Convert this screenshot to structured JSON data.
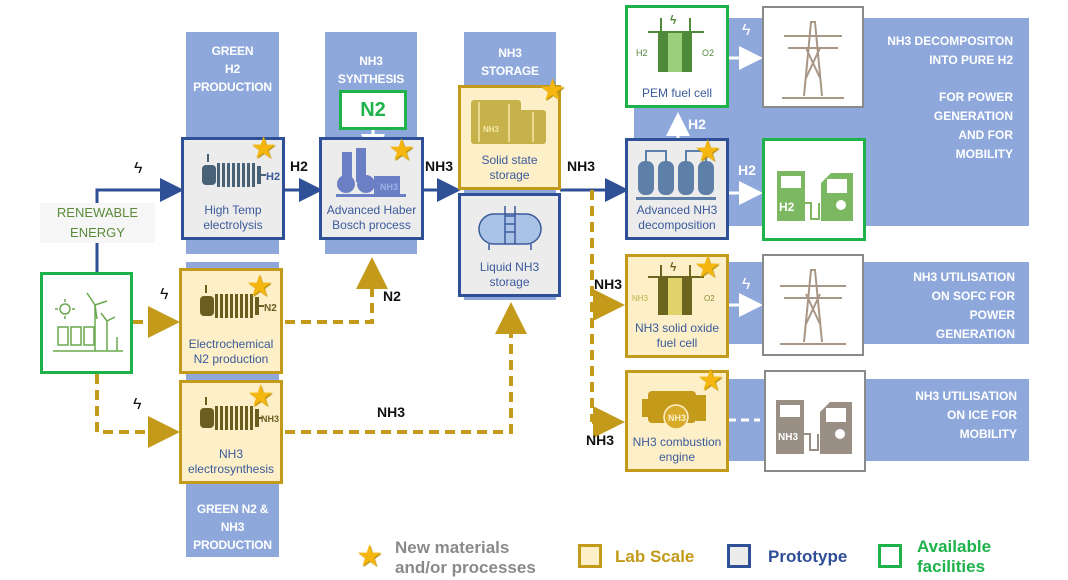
{
  "colors": {
    "band": "#8fa8dc",
    "lab_scale": "#c49a1a",
    "prototype": "#2f4f96",
    "available": "#1db24a",
    "star": "#f5b70f"
  },
  "bands": {
    "green_h2": {
      "line1": "GREEN",
      "line2": "H2",
      "line3": "PRODUCTION"
    },
    "nh3_synthesis": {
      "line1": "NH3",
      "line2": "SYNTHESIS"
    },
    "nh3_storage": {
      "line1": "NH3",
      "line2": "STORAGE"
    },
    "green_n2_nh3": {
      "line1": "GREEN N2 &",
      "line2": "NH3",
      "line3": "PRODUCTION"
    },
    "decomposition": {
      "line1": "NH3 DECOMPOSITON",
      "line2": "INTO PURE H2",
      "line3": "FOR POWER",
      "line4": "GENERATION",
      "line5": "AND FOR",
      "line6": "MOBILITY"
    },
    "sofc": {
      "line1": "NH3 UTILISATION",
      "line2": "ON SOFC FOR",
      "line3": "POWER",
      "line4": "GENERATION"
    },
    "ice": {
      "line1": "NH3 UTILISATION",
      "line2": "ON ICE FOR",
      "line3": "MOBILITY"
    }
  },
  "renewable": {
    "line1": "RENEWABLE",
    "line2": "ENERGY",
    "icon": "solar-wind-icon"
  },
  "boxes": {
    "high_temp": {
      "line1": "High Temp",
      "line2": "electrolysis",
      "scale": "prototype",
      "star": true,
      "icon": "electrolyzer-icon",
      "tag": "H2"
    },
    "electrochemical_n2": {
      "line1": "Electrochemical",
      "line2": "N2 production",
      "scale": "lab",
      "star": true,
      "icon": "electrolyzer-icon",
      "tag": "N2"
    },
    "nh3_electro": {
      "line1": "NH3",
      "line2": "electrosynthesis",
      "scale": "lab",
      "star": true,
      "icon": "electrolyzer-icon",
      "tag": "NH3"
    },
    "haber": {
      "line1": "Advanced Haber",
      "line2": "Bosch process",
      "scale": "prototype",
      "star": true,
      "icon": "chemical-plant-icon"
    },
    "n2_supply": {
      "label": "N2",
      "scale": "available"
    },
    "solid_storage": {
      "line1": "Solid state",
      "line2": "storage",
      "scale": "lab",
      "star": true,
      "icon": "storage-tanks-icon"
    },
    "liquid_storage": {
      "line1": "Liquid NH3",
      "line2": "storage",
      "scale": "prototype",
      "star": false,
      "icon": "pressure-tank-icon"
    },
    "pem": {
      "line1": "PEM fuel cell",
      "scale": "available",
      "icon": "fuel-cell-icon"
    },
    "decomp": {
      "line1": "Advanced NH3",
      "line2": "decomposition",
      "scale": "prototype",
      "star": true,
      "icon": "reactor-columns-icon"
    },
    "h2_station": {
      "scale": "available",
      "icon": "h2-refuel-station-icon",
      "tag": "H2"
    },
    "sofc": {
      "line1": "NH3 solid oxide",
      "line2": "fuel cell",
      "scale": "lab",
      "star": true,
      "icon": "fuel-cell-icon"
    },
    "engine": {
      "line1": "NH3 combustion",
      "line2": "engine",
      "scale": "lab",
      "star": true,
      "icon": "engine-icon"
    },
    "pylon_top": {
      "icon": "power-pylon-icon"
    },
    "pylon_mid": {
      "icon": "power-pylon-icon"
    },
    "nh3_station": {
      "icon": "nh3-refuel-station-icon",
      "tag": "NH3"
    }
  },
  "flows": {
    "h2_1": "H2",
    "nh3_1": "NH3",
    "nh3_2": "NH3",
    "n2": "N2",
    "nh3_bottom": "NH3",
    "nh3_sofc": "NH3",
    "nh3_engine": "NH3",
    "h2_up": "H2",
    "h2_right": "H2"
  },
  "legend": {
    "star_line1": "New materials",
    "star_line2": "and/or processes",
    "lab": "Lab Scale",
    "prototype": "Prototype",
    "available_line1": "Available",
    "available_line2": "facilities"
  }
}
